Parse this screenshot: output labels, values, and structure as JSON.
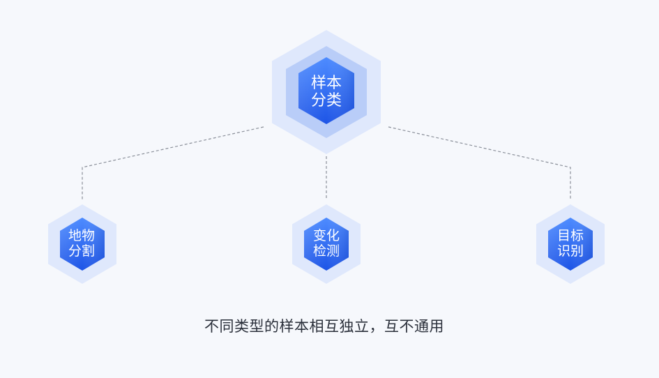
{
  "root": {
    "line1": "样本",
    "line2": "分类"
  },
  "children": [
    {
      "line1": "地物",
      "line2": "分割"
    },
    {
      "line1": "变化",
      "line2": "检测"
    },
    {
      "line1": "目标",
      "line2": "识别"
    }
  ],
  "caption": "不同类型的样本相互独立，互不通用",
  "colors": {
    "background": "#f6f8fc",
    "hex_outer": "#dfe8fc",
    "hex_mid": "#b7cbf8",
    "hex_core_top": "#4a86ff",
    "hex_core_bottom": "#1e57e8",
    "connector": "#8a8f99"
  }
}
